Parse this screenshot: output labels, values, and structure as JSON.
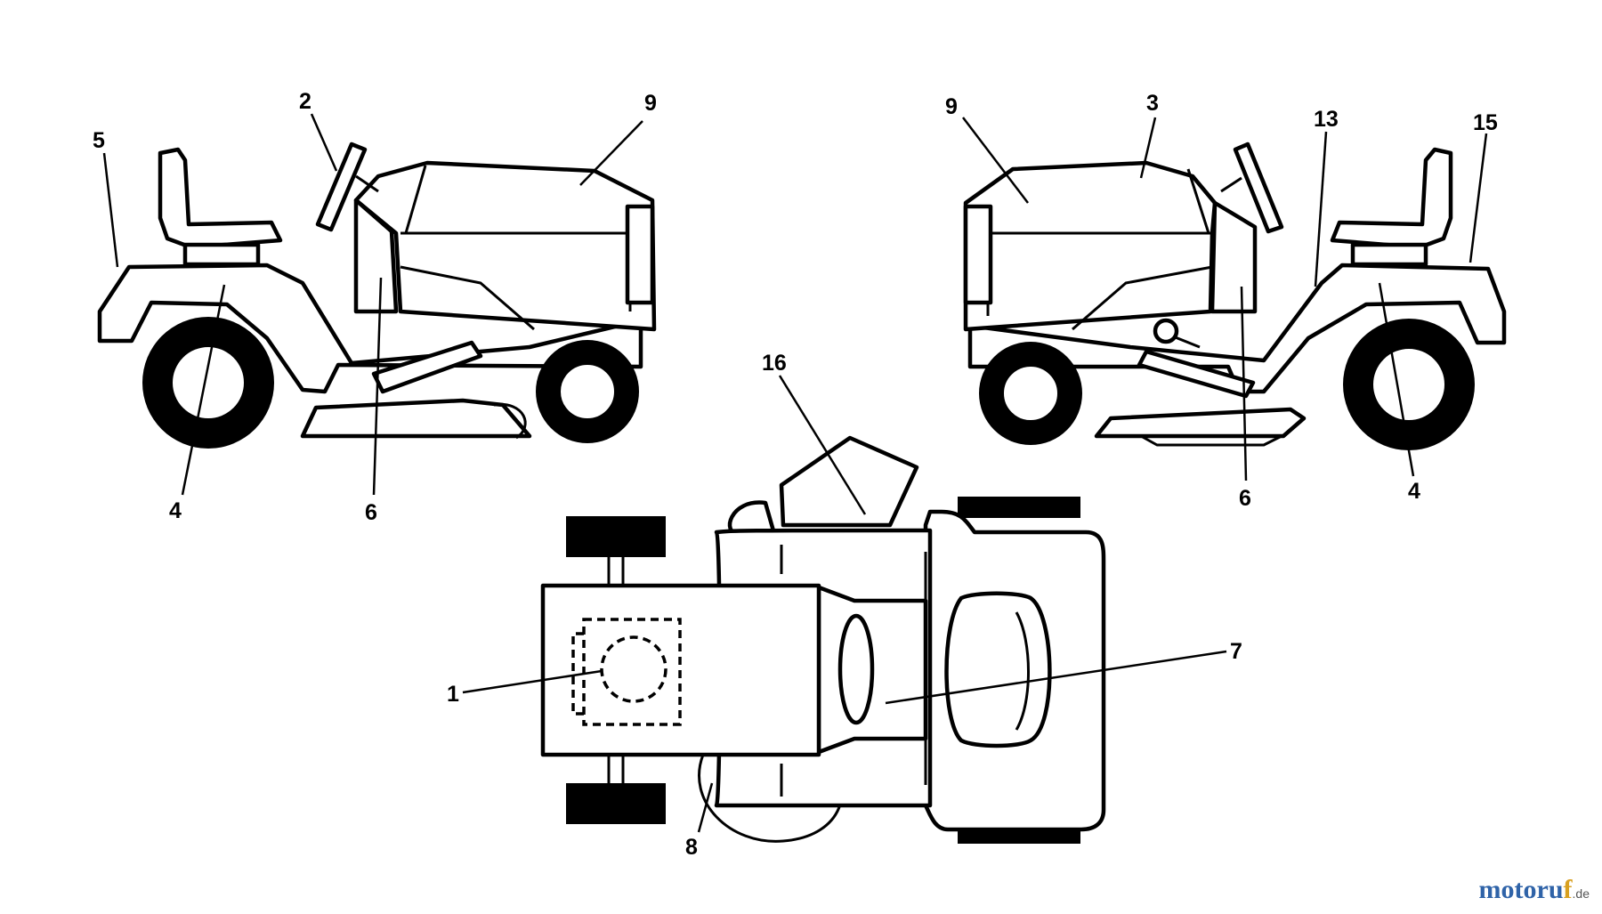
{
  "callouts": {
    "left_view": {
      "n5": "5",
      "n2": "2",
      "n9": "9",
      "n4": "4",
      "n6": "6"
    },
    "right_view": {
      "n9": "9",
      "n3": "3",
      "n13": "13",
      "n15": "15",
      "n6": "6",
      "n4": "4"
    },
    "top_view": {
      "n16": "16",
      "n1": "1",
      "n7": "7",
      "n8": "8"
    }
  },
  "watermark": {
    "main": "motoru",
    "accent": "f",
    "tld": ".de"
  },
  "colors": {
    "line": "#000000",
    "background": "#ffffff",
    "watermark_blue": "#2f63a8",
    "watermark_gold": "#d8a020"
  }
}
